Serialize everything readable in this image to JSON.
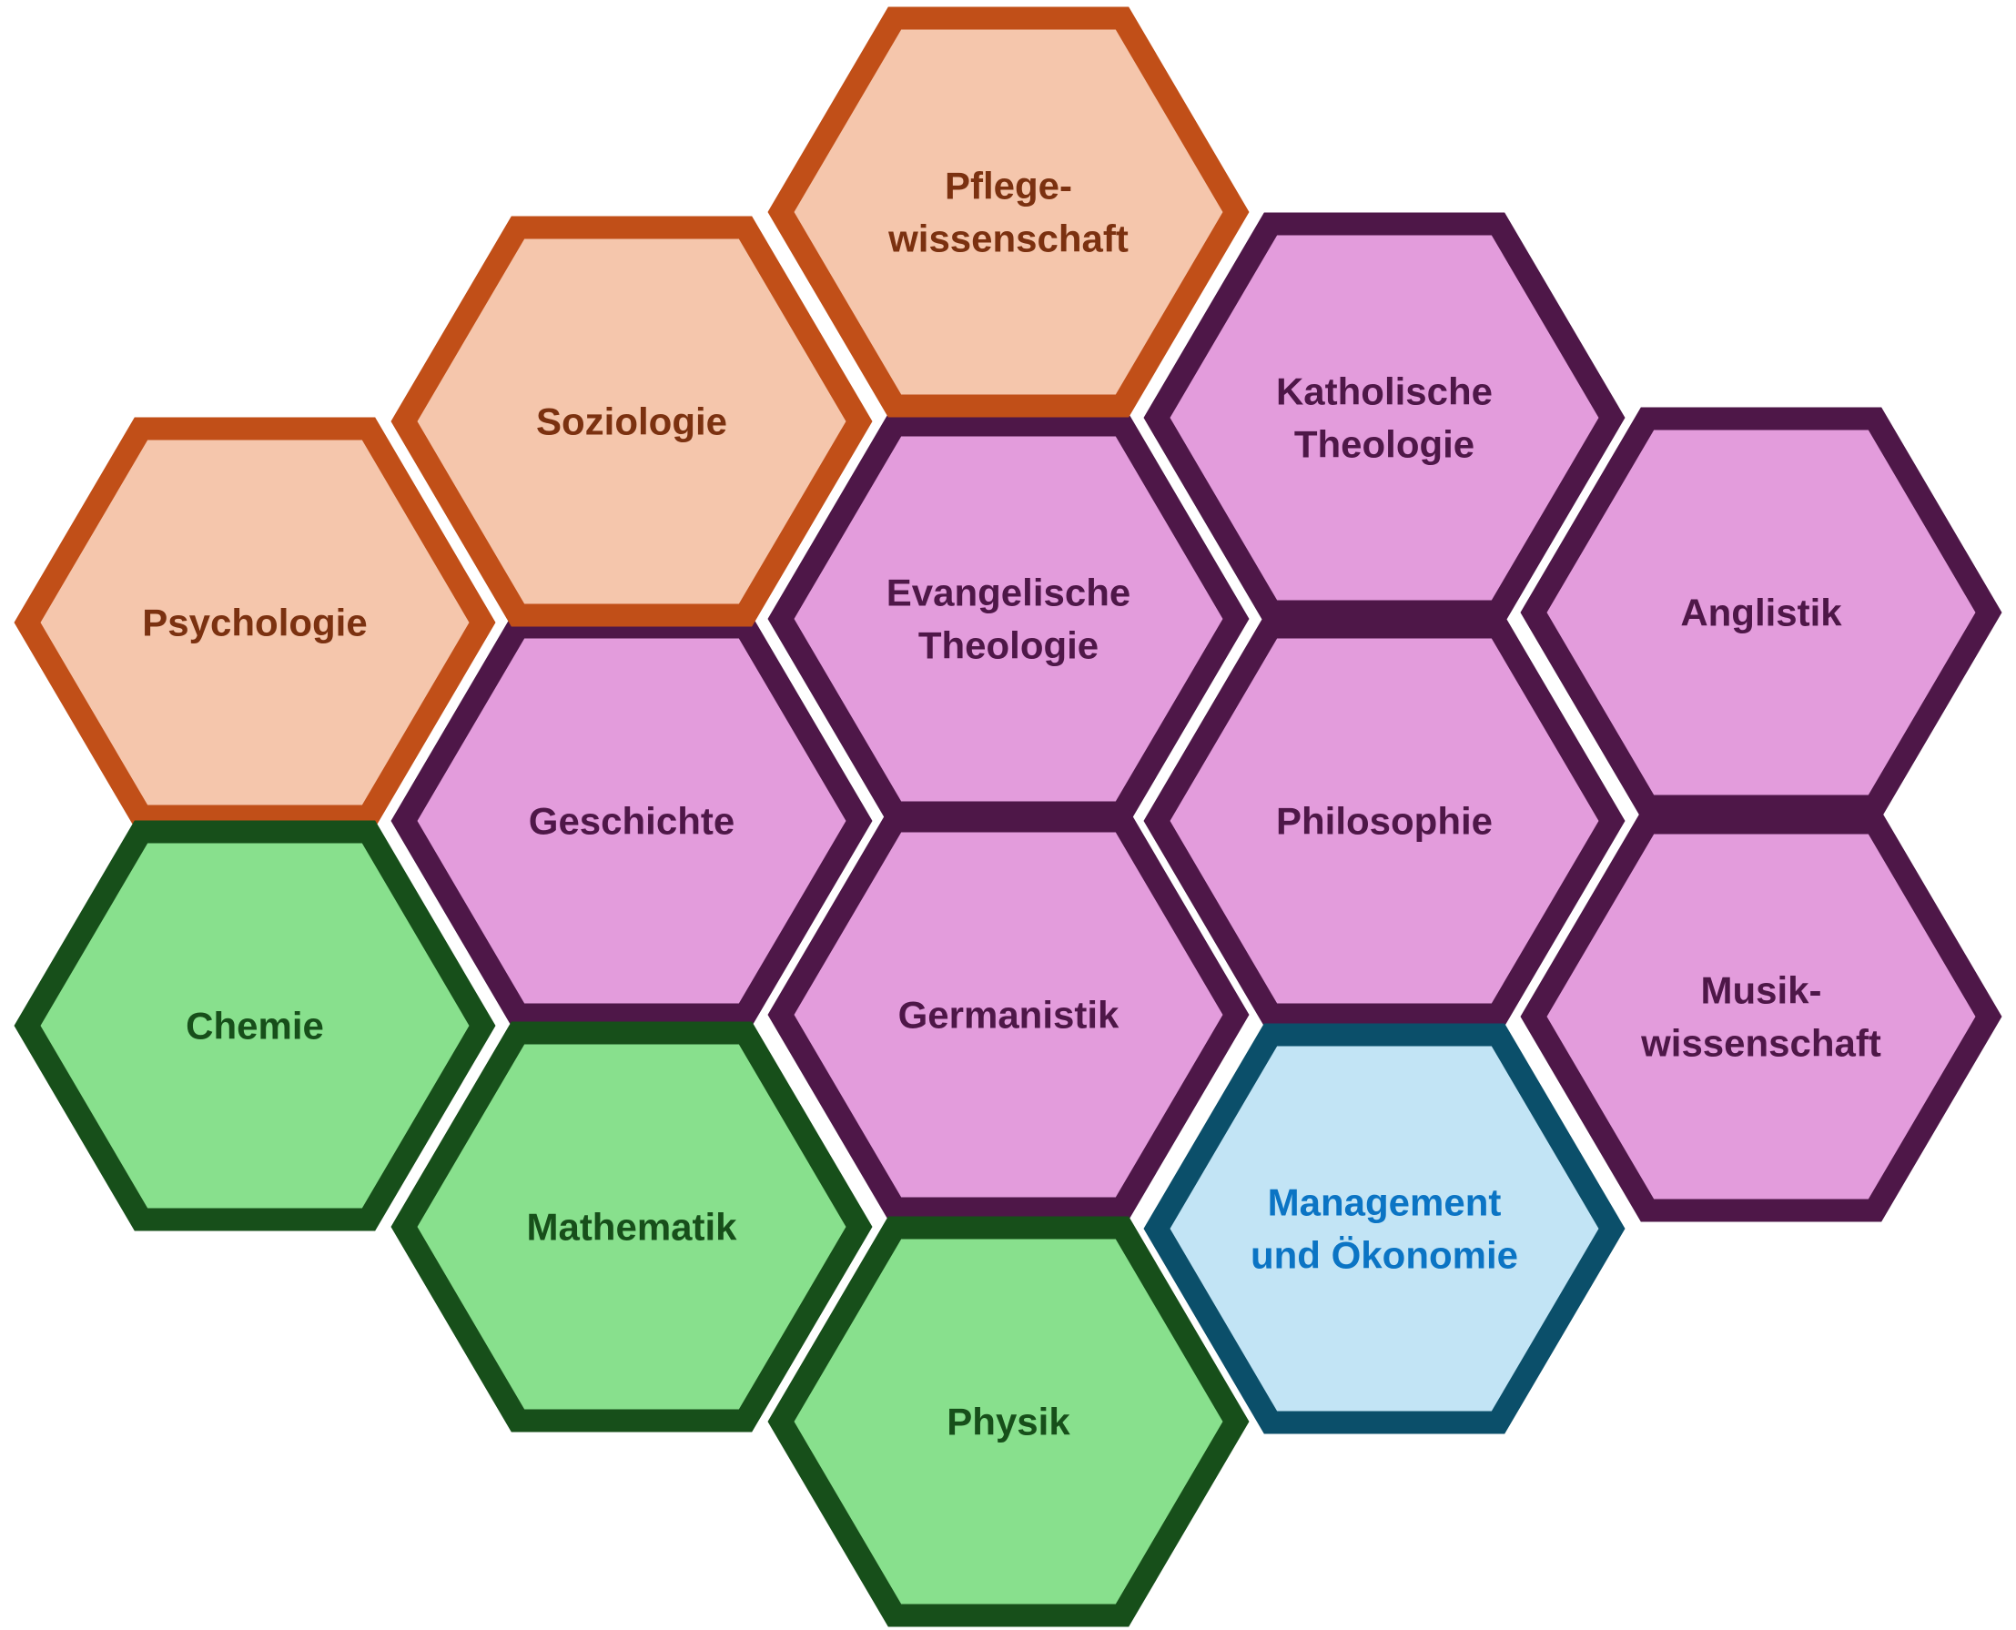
{
  "groups": {
    "orange": {
      "fill": "#F5C6AC",
      "stroke": "#C14F18",
      "text": "#7B3110"
    },
    "purple": {
      "fill": "#E39CDC",
      "stroke": "#4E1748",
      "text": "#4E1748"
    },
    "green": {
      "fill": "#88E08D",
      "stroke": "#174F1A",
      "text": "#174F1A"
    },
    "blue": {
      "fill": "#C2E4F5",
      "stroke": "#0B4F6A",
      "text": "#0B74C4"
    }
  },
  "hexagons": [
    {
      "id": "evangelische-theologie",
      "group": "purple",
      "lines": [
        "Evangelische",
        "Theologie"
      ]
    },
    {
      "id": "katholische-theologie",
      "group": "purple",
      "lines": [
        "Katholische",
        "Theologie"
      ]
    },
    {
      "id": "anglistik",
      "group": "purple",
      "lines": [
        "Anglistik"
      ]
    },
    {
      "id": "geschichte",
      "group": "purple",
      "lines": [
        "Geschichte"
      ]
    },
    {
      "id": "philosophie",
      "group": "purple",
      "lines": [
        "Philosophie"
      ]
    },
    {
      "id": "germanistik",
      "group": "purple",
      "lines": [
        "Germanistik"
      ]
    },
    {
      "id": "musikwissenschaft",
      "group": "purple",
      "lines": [
        "Musik-",
        "wissenschaft"
      ]
    },
    {
      "id": "pflegewissenschaft",
      "group": "orange",
      "lines": [
        "Pflege-",
        "wissenschaft"
      ]
    },
    {
      "id": "soziologie",
      "group": "orange",
      "lines": [
        "Soziologie"
      ]
    },
    {
      "id": "psychologie",
      "group": "orange",
      "lines": [
        "Psychologie"
      ]
    },
    {
      "id": "chemie",
      "group": "green",
      "lines": [
        "Chemie"
      ]
    },
    {
      "id": "mathematik",
      "group": "green",
      "lines": [
        "Mathematik"
      ]
    },
    {
      "id": "physik",
      "group": "green",
      "lines": [
        "Physik"
      ]
    },
    {
      "id": "management-und-oekonomie",
      "group": "blue",
      "lines": [
        "Management",
        "und Ökonomie"
      ]
    }
  ]
}
